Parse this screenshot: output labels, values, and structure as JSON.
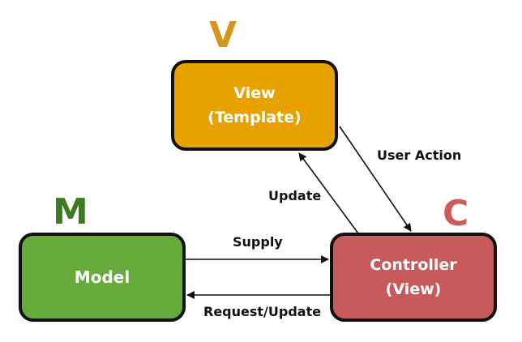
{
  "letters": {
    "view": "V",
    "model": "M",
    "controller": "C"
  },
  "nodes": {
    "view": {
      "line1": "View",
      "line2": "(Template)"
    },
    "model": {
      "line1": "Model"
    },
    "controller": {
      "line1": "Controller",
      "line2": "(View)"
    }
  },
  "edges": {
    "user_action": "User Action",
    "update": "Update",
    "supply": "Supply",
    "request_update": "Request/Update"
  },
  "colors": {
    "view": "#E8A200",
    "model": "#67AA3C",
    "controller": "#C75B5C",
    "letter_v": "#D6951C",
    "letter_m": "#3F7A22",
    "letter_c": "#CC5C5C"
  }
}
